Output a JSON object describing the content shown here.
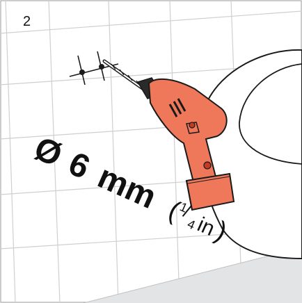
{
  "step": {
    "number": "2"
  },
  "dimension": {
    "symbol": "Ø",
    "value": "6",
    "unit": "mm",
    "imperial_whole": "",
    "imperial_numerator": "1",
    "imperial_denominator": "4",
    "imperial_unit": "in",
    "open_paren": "(",
    "close_paren": ")"
  },
  "colors": {
    "drill_body": "#f0785a",
    "drill_dark": "#2a2a2a",
    "floor": "#e3e4e6",
    "tile_grid": "#c8c8c8",
    "outline": "#1a1a1a"
  },
  "icons": [
    "drill-icon",
    "crosshair-mark-icon",
    "toilet-bowl-icon"
  ]
}
